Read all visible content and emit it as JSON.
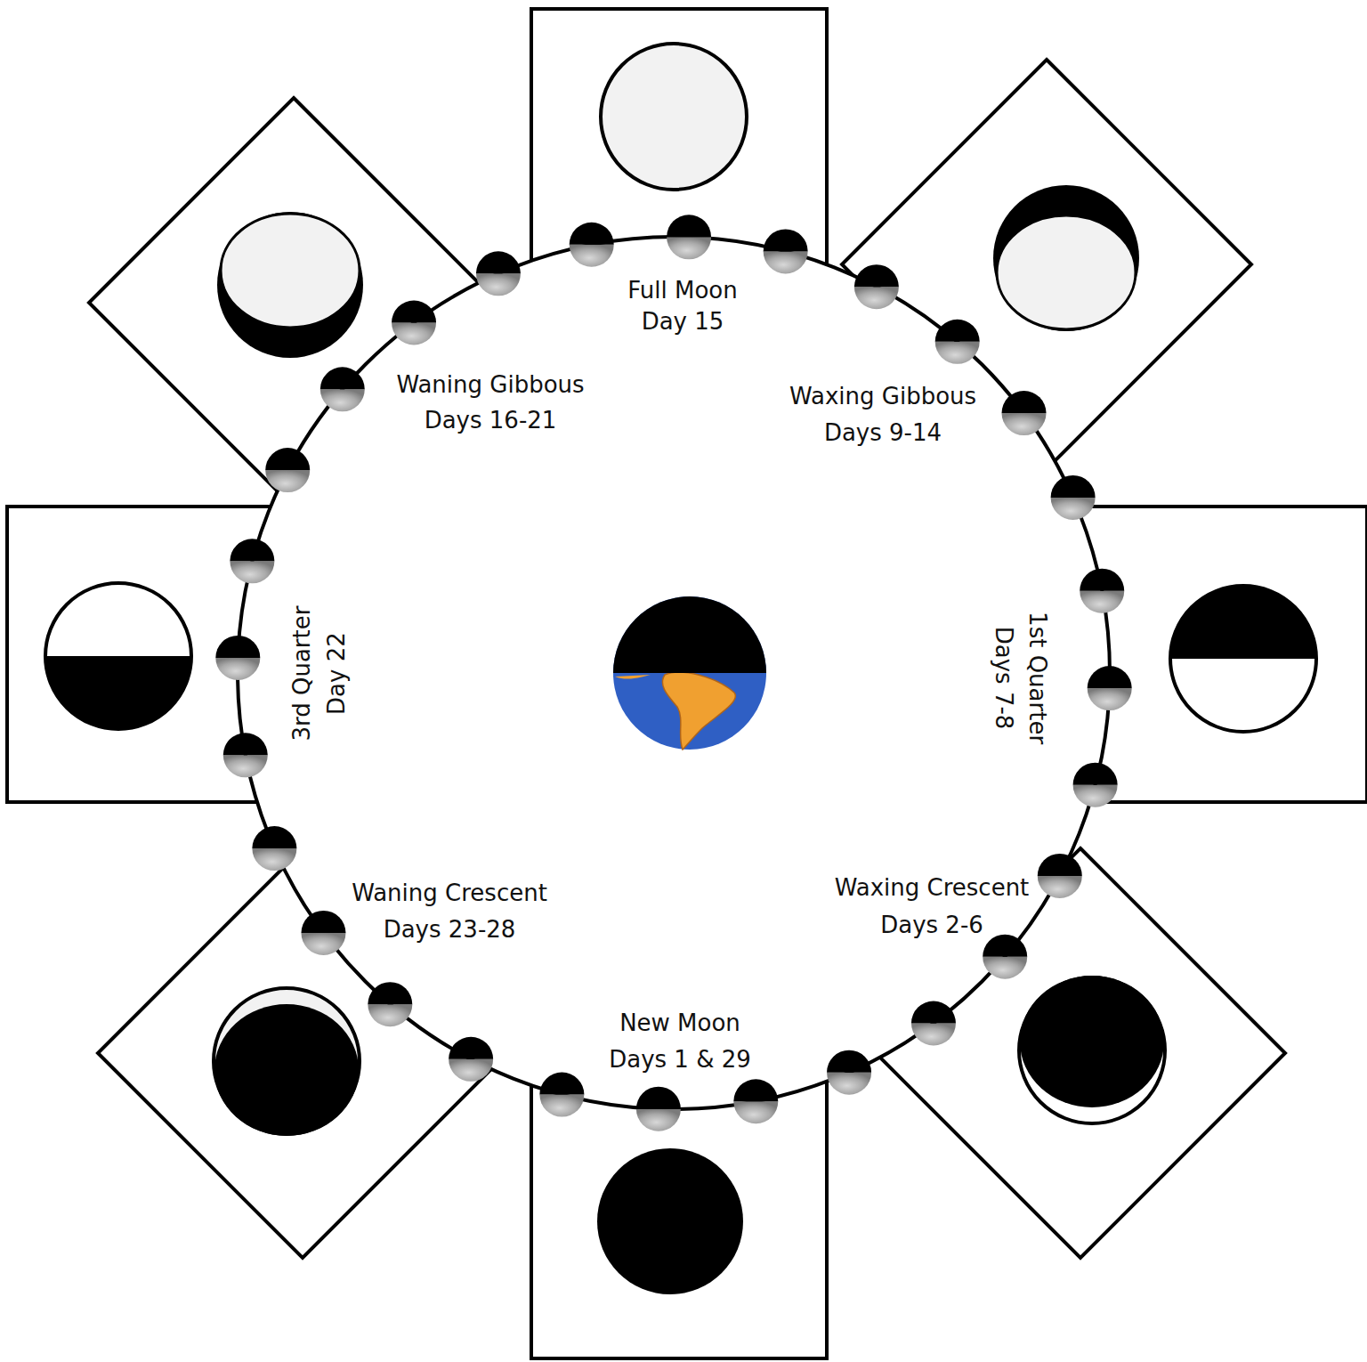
{
  "diagram": {
    "labels": [
      "Full Moon",
      "Day 15",
      "Waxing Gibbous",
      "Days 9-14",
      "1st Quarter",
      "Days 7-8",
      "Waxing Crescent",
      "Days 2-6",
      "New Moon",
      "Days 1 & 29",
      "Waning Crescent",
      "Days 23-28",
      "3rd Quarter",
      "Day 22",
      "Waning Gibbous",
      "Days 16-21"
    ]
  }
}
